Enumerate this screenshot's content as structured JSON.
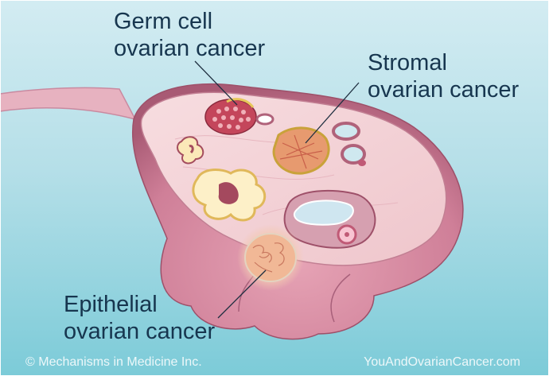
{
  "labels": {
    "germ_cell": [
      "Germ cell",
      "ovarian cancer"
    ],
    "stromal": [
      "Stromal",
      "ovarian cancer"
    ],
    "epithelial": [
      "Epithelial",
      "ovarian cancer"
    ]
  },
  "footer": {
    "copyright": "© Mechanisms in Medicine Inc.",
    "website": "YouAndOvarianCancer.com"
  },
  "colors": {
    "background_top": "#d3ecf2",
    "background_bottom": "#7ccbd8",
    "ovary_body": "#d88ca3",
    "ovary_cut_surface": "#f3d4d8",
    "label_text": "#17364f"
  }
}
